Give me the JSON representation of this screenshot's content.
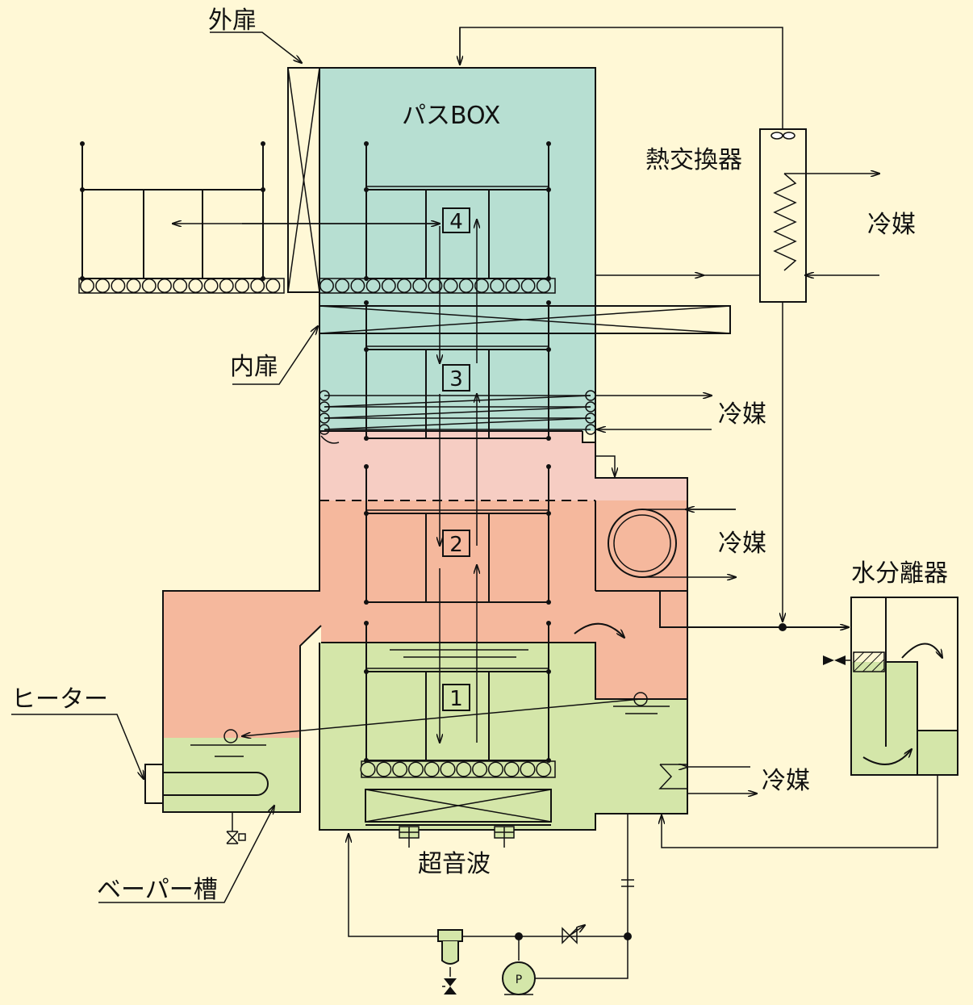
{
  "labels": {
    "outer_door": "外扉",
    "inner_door": "内扉",
    "pass_box": "パスBOX",
    "heat_exchanger": "熱交換器",
    "refrigerant_1": "冷媒",
    "refrigerant_2": "冷媒",
    "refrigerant_3": "冷媒",
    "refrigerant_4": "冷媒",
    "water_separator": "水分離器",
    "heater": "ヒーター",
    "vapor_tank": "ベーパー槽",
    "ultrasonic": "超音波",
    "pump": "P"
  },
  "stages": [
    "4",
    "3",
    "2",
    "1"
  ],
  "colors": {
    "background": "#fff8d6",
    "pass_box_zone": "#b7dfd2",
    "cooling_zone": "#f6cdc3",
    "vapor_zone": "#f5b89d",
    "liquid": "#d4e6a9"
  }
}
